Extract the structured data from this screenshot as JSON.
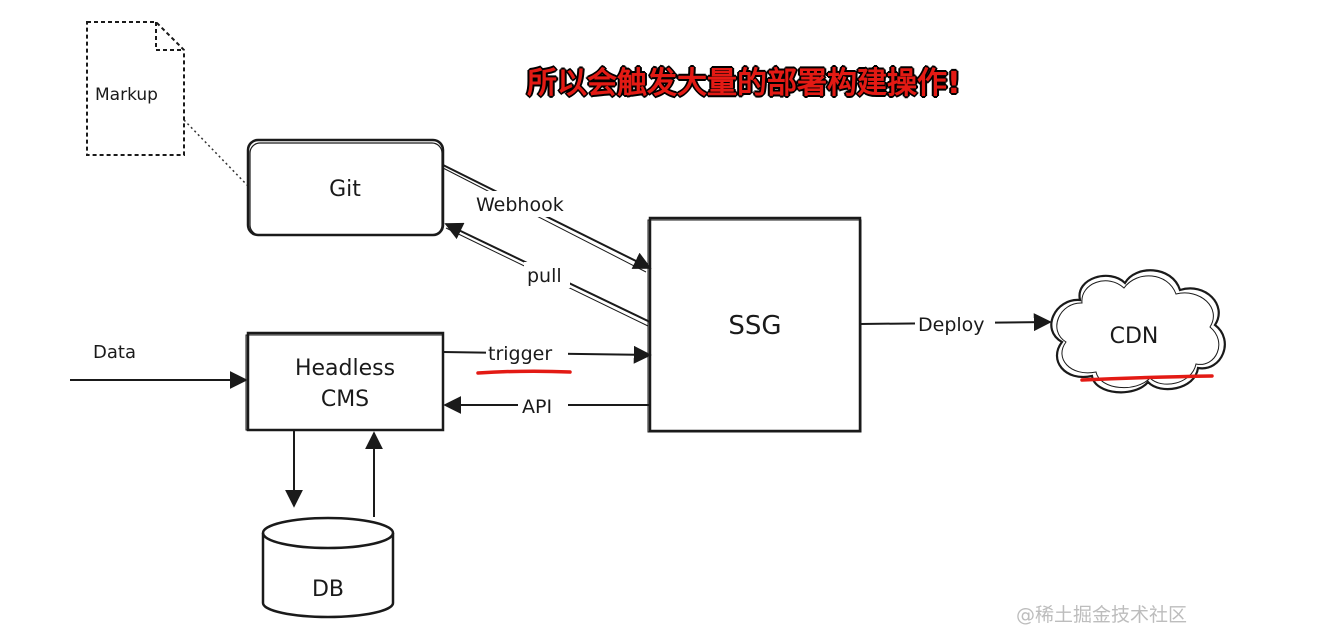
{
  "headline": "所以会触发大量的部署构建操作!",
  "watermark": "@稀土掘金技术社区",
  "nodes": {
    "markup": "Markup",
    "git": "Git",
    "headless_cms": [
      "Headless",
      "CMS"
    ],
    "db": "DB",
    "ssg": "SSG",
    "cdn": "CDN"
  },
  "edges": {
    "webhook": "Webhook",
    "pull": "pull",
    "data": "Data",
    "trigger": "trigger",
    "api": "API",
    "deploy": "Deploy"
  },
  "colors": {
    "stroke": "#1a1a1a",
    "highlight": "#e31a14",
    "watermark": "#bdbdbd"
  }
}
